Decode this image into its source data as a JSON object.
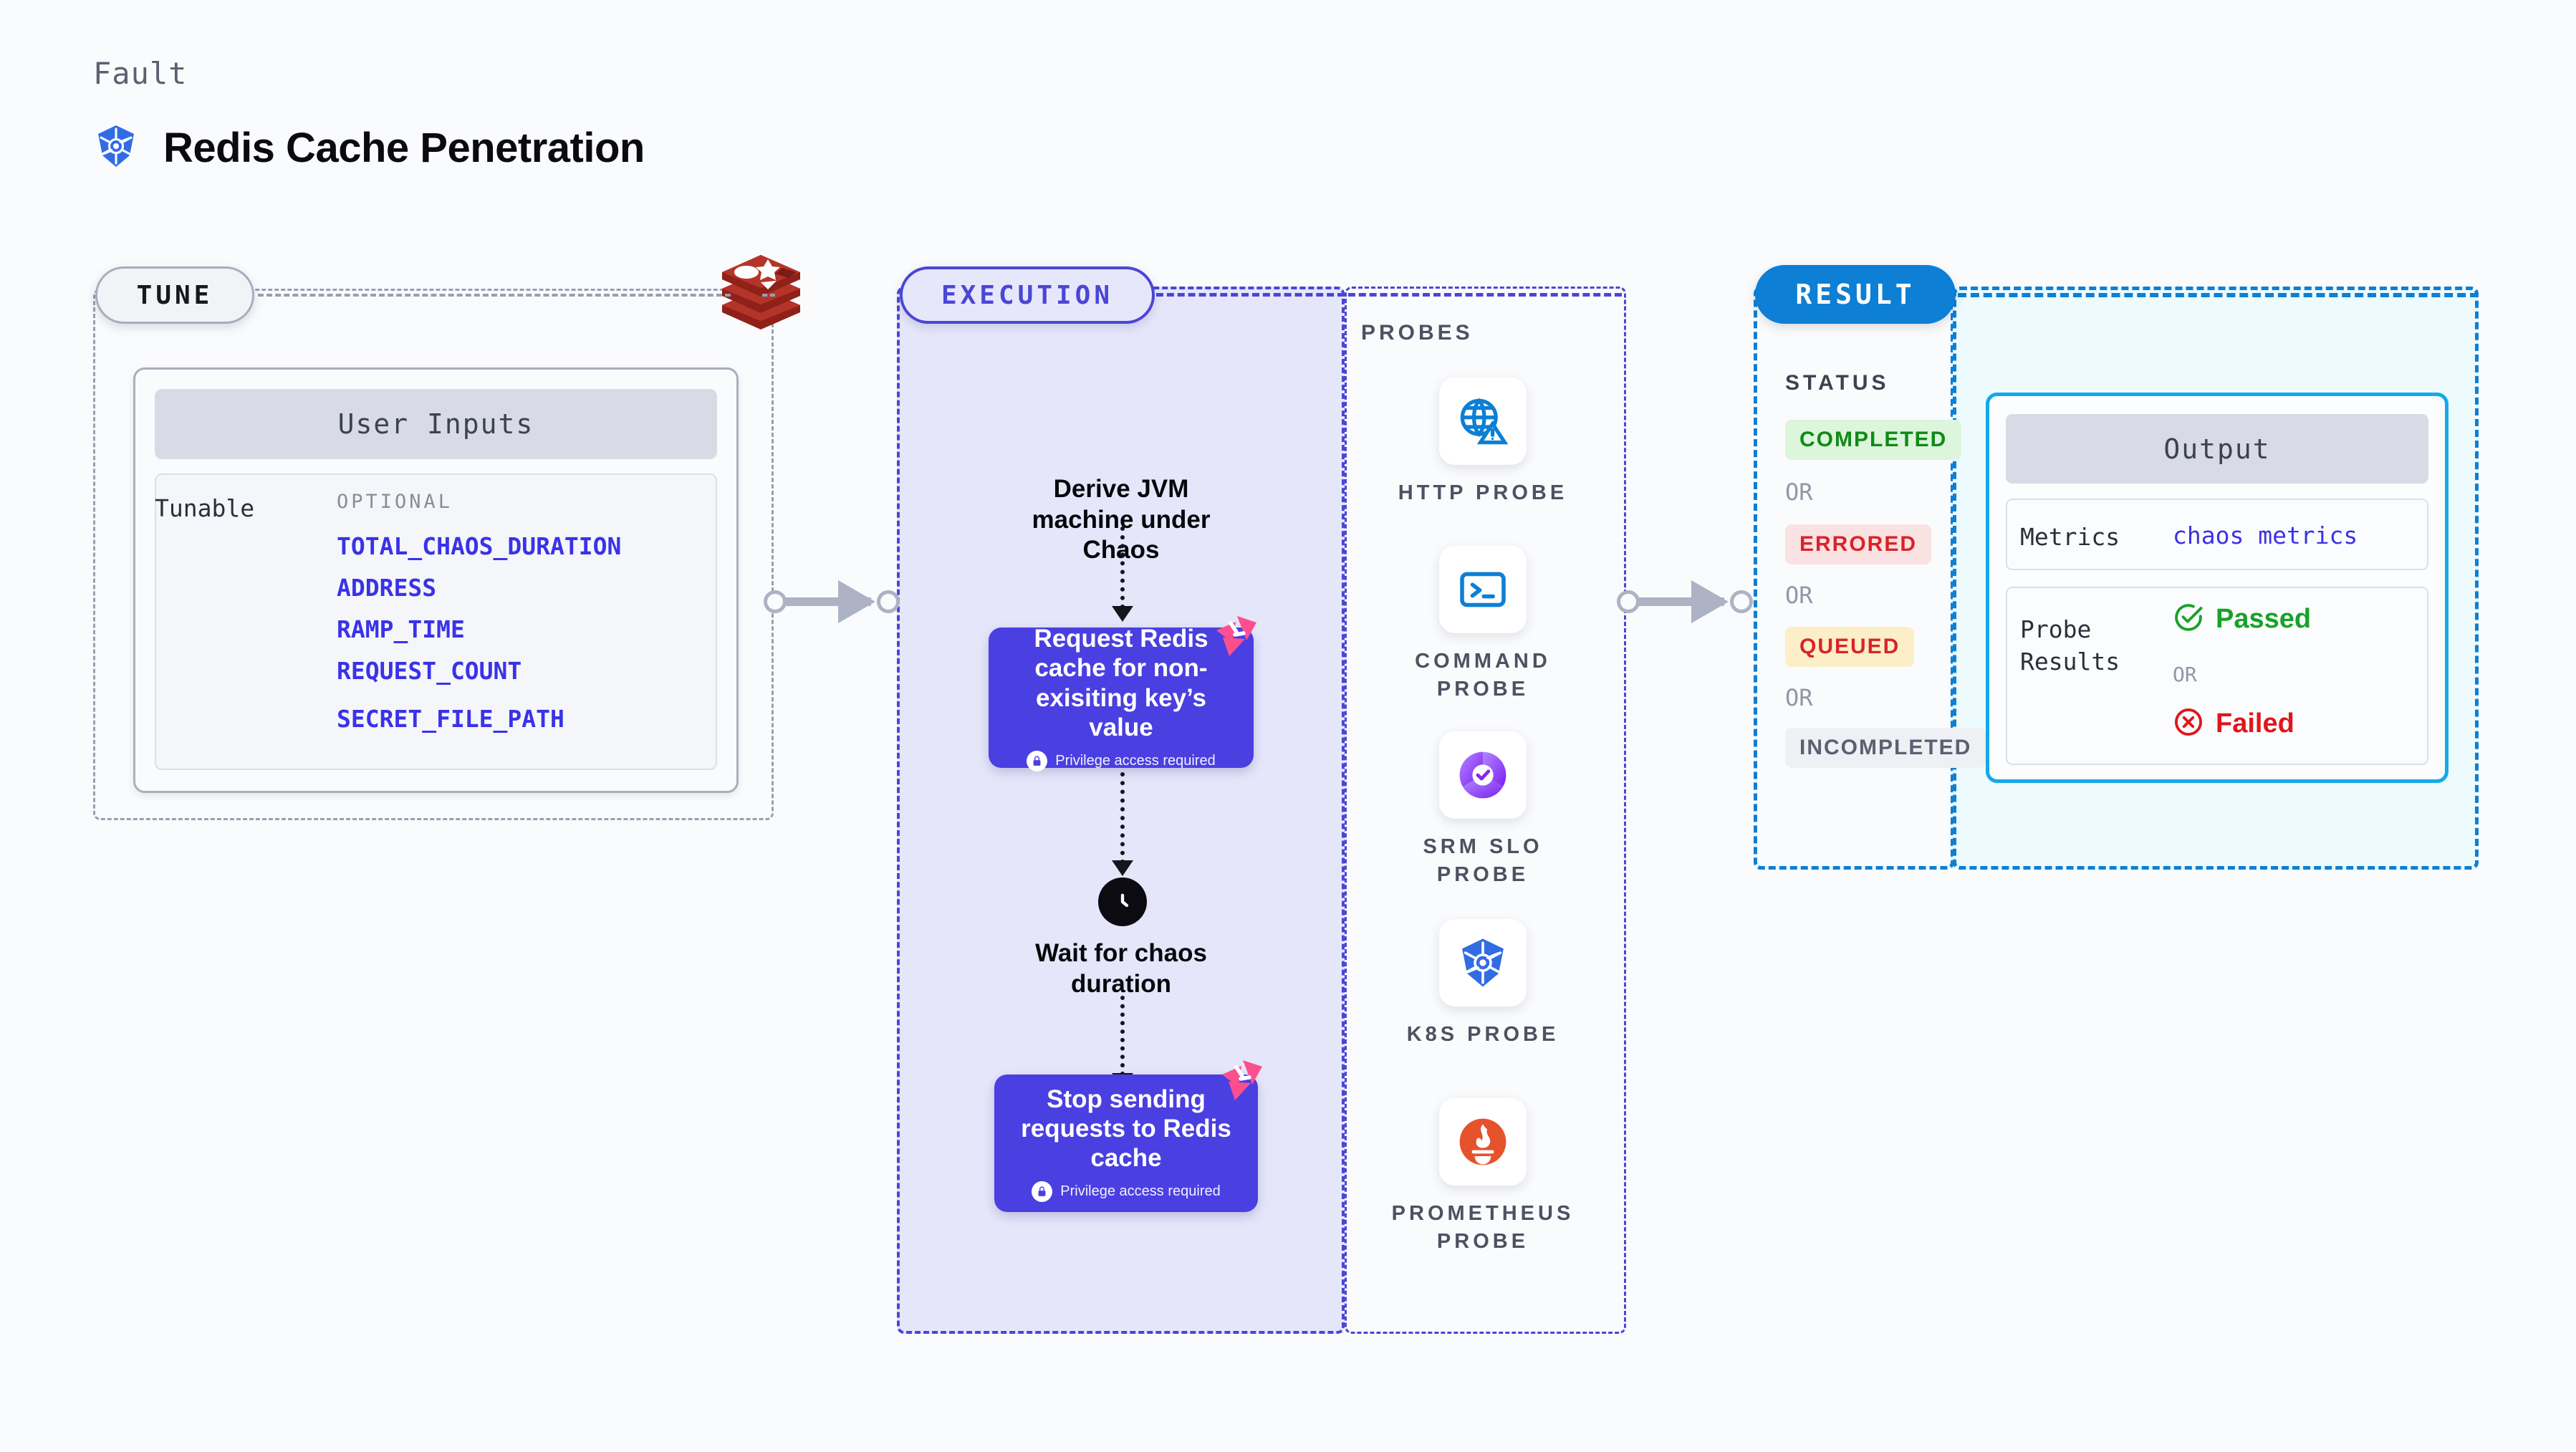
{
  "header": {
    "kicker": "Fault",
    "title": "Redis Cache Penetration",
    "icon": "kubernetes-icon"
  },
  "tune": {
    "pill_label": "TUNE",
    "source_icon": "redis-logo",
    "card": {
      "title": "User Inputs",
      "row_label": "Tunable",
      "group_label": "OPTIONAL",
      "variables": [
        "TOTAL_CHAOS_DURATION",
        "ADDRESS",
        "RAMP_TIME",
        "REQUEST_COUNT",
        "SECRET_FILE_PATH"
      ]
    }
  },
  "execution": {
    "pill_label": "EXECUTION",
    "steps": [
      {
        "type": "text",
        "label": "Derive JVM machine under Chaos"
      },
      {
        "type": "node",
        "label": "Request Redis cache for non-exisiting key’s value",
        "note": "Privilege access required",
        "icon": "litmus-chaos-icon"
      },
      {
        "type": "clock",
        "label": "Wait for chaos duration",
        "icon": "clock-icon"
      },
      {
        "type": "node",
        "label": "Stop sending requests to Redis cache",
        "note": "Privilege access required",
        "icon": "litmus-chaos-icon"
      }
    ]
  },
  "probes": {
    "section_label": "PROBES",
    "items": [
      {
        "name": "HTTP PROBE",
        "icon": "globe-warning-icon"
      },
      {
        "name": "COMMAND PROBE",
        "icon": "terminal-icon"
      },
      {
        "name": "SRM SLO PROBE",
        "icon": "slo-donut-check-icon"
      },
      {
        "name": "K8S PROBE",
        "icon": "kubernetes-icon"
      },
      {
        "name": "PROMETHEUS PROBE",
        "icon": "prometheus-icon"
      }
    ]
  },
  "result": {
    "pill_label": "RESULT",
    "status_label": "STATUS",
    "or_label": "OR",
    "statuses": [
      {
        "label": "COMPLETED",
        "bg": "#dcf5dc",
        "fg": "#0f8a16"
      },
      {
        "label": "ERRORED",
        "bg": "#fbe2e2",
        "fg": "#d9232a"
      },
      {
        "label": "QUEUED",
        "bg": "#fcefc8",
        "fg": "#d9232a"
      },
      {
        "label": "INCOMPLETED",
        "bg": "#eef0f4",
        "fg": "#5b6072"
      }
    ],
    "output": {
      "title": "Output",
      "metrics_key": "Metrics",
      "metrics_value": "chaos metrics",
      "probe_results_key": "Probe Results",
      "passed_label": "Passed",
      "failed_label": "Failed",
      "or_label": "OR",
      "passed_icon": "check-circle-icon",
      "failed_icon": "x-circle-icon"
    }
  },
  "colors": {
    "indigo": "#4a3fe0",
    "blue": "#0d7fd4",
    "cyan": "#14a9e8",
    "gray_dash": "#98a0ae",
    "pink": "#fb4f8e",
    "green": "#0f8a16",
    "red": "#d9232a"
  }
}
